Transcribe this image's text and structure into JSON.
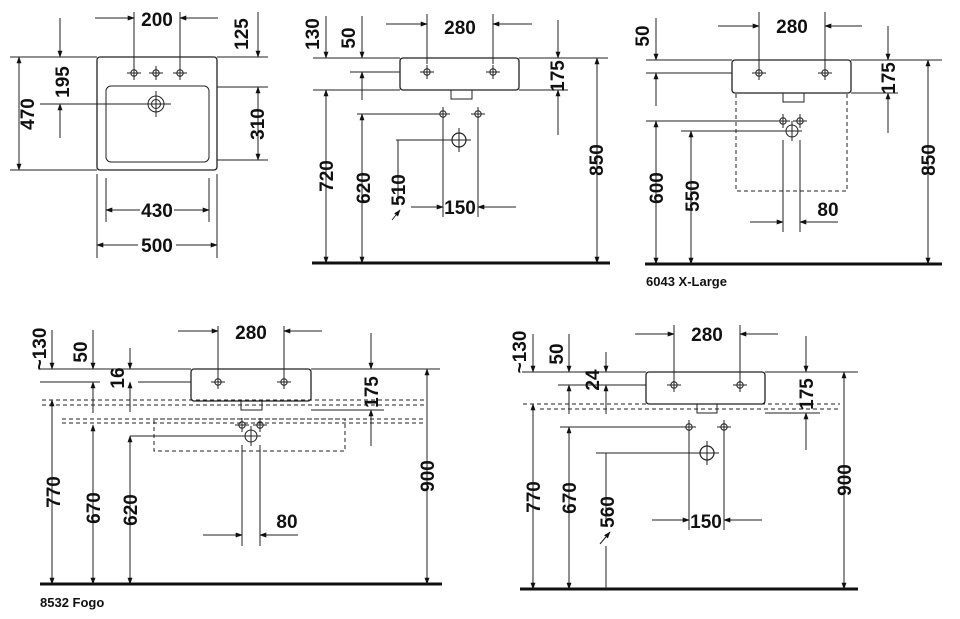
{
  "views": {
    "top": {
      "w200": "200",
      "w125": "125",
      "h470": "470",
      "h195": "195",
      "h310": "310",
      "w430": "430",
      "w500": "500"
    },
    "side_a": {
      "w280": "280",
      "h130": "130",
      "h50": "50",
      "h175": "175",
      "h720": "720",
      "h620": "620",
      "h510": "510",
      "w150": "150",
      "h850": "850"
    },
    "side_b": {
      "w280": "280",
      "h50": "50",
      "h175": "175",
      "h600": "600",
      "h550": "550",
      "w80": "80",
      "h850": "850",
      "caption": "6043  X-Large"
    },
    "side_c": {
      "w280": "280",
      "h130": "~130",
      "h50": "50",
      "h16": "16",
      "h175": "175",
      "h770": "770",
      "h670": "670",
      "h620": "620",
      "w80": "80",
      "h900": "900",
      "caption": "8532 Fogo"
    },
    "side_d": {
      "w280": "280",
      "h130": "~130",
      "h50": "50",
      "h24": "24",
      "h175": "175",
      "h770": "770",
      "h670": "670",
      "h560": "560",
      "w150": "150",
      "h900": "900"
    }
  }
}
